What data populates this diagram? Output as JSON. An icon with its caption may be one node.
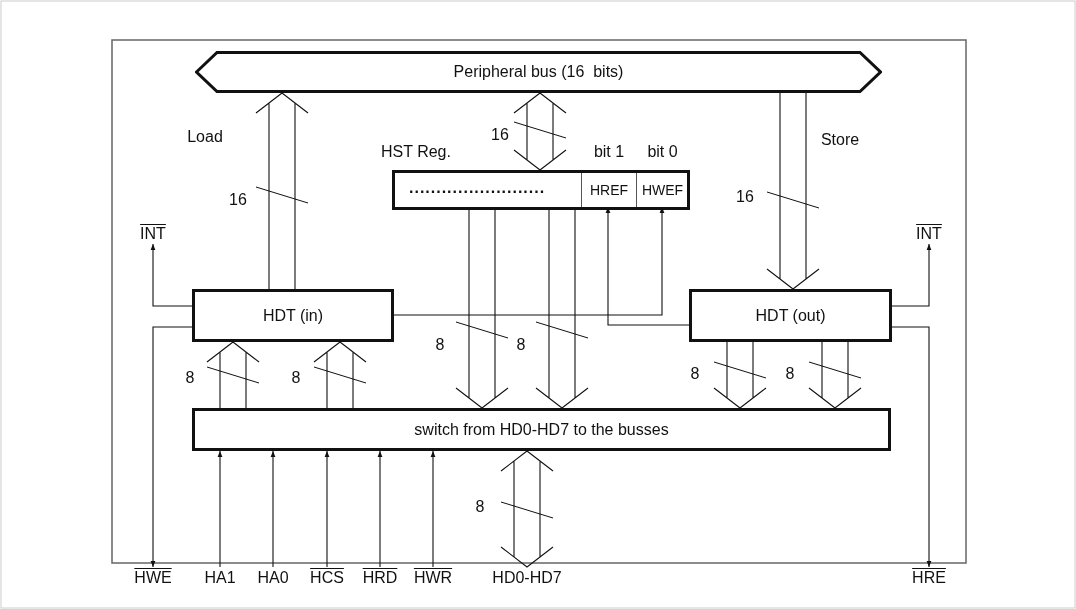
{
  "diagram": {
    "nodes": [
      {
        "text": [
          "Peripheral bus (16  bits)"
        ]
      },
      {
        "text": [
          "HST Reg.",
          "........................."
        ]
      },
      {
        "text": [
          "HREF"
        ],
        "in": 1,
        "beside": [
          "bit 1"
        ]
      },
      {
        "text": [
          "HWEF"
        ],
        "in": 1,
        "beside": [
          "bit 0"
        ]
      },
      {
        "text": [
          "HDT (in)"
        ]
      },
      {
        "text": [
          "HDT (out)"
        ]
      },
      {
        "text": [
          "switch from HD0-HD7 to the busses"
        ]
      },
      {
        "text": [
          "INT"
        ]
      },
      {
        "text": [
          "INT"
        ]
      },
      {
        "text": [
          "HWE"
        ]
      },
      {
        "text": [
          "HA1"
        ]
      },
      {
        "text": [
          "HA0"
        ]
      },
      {
        "text": [
          "HCS"
        ]
      },
      {
        "text": [
          "HRD"
        ]
      },
      {
        "text": [
          "HWR"
        ]
      },
      {
        "text": [
          "HD0-HD7"
        ]
      },
      {
        "text": [
          "HRE"
        ]
      }
    ],
    "edges": [
      {
        "from": 4,
        "to": 0,
        "arrow": "to",
        "label": "Load"
      },
      {
        "from": 0,
        "to": 1,
        "arrow": "both"
      },
      {
        "from": 0,
        "to": 5,
        "arrow": "to",
        "label": "Store"
      },
      {
        "from": 4,
        "to": 7,
        "arrow": "to"
      },
      {
        "from": 5,
        "to": 8,
        "arrow": "to"
      },
      {
        "from": 4,
        "to": 9,
        "arrow": "to"
      },
      {
        "from": 5,
        "to": 16,
        "arrow": "to"
      },
      {
        "from": 4,
        "to": 3,
        "arrow": "to"
      },
      {
        "from": 5,
        "to": 2,
        "arrow": "to"
      },
      {
        "from": 1,
        "to": 6,
        "arrow": "to"
      },
      {
        "from": 1,
        "to": 6,
        "arrow": "to"
      },
      {
        "from": 6,
        "to": 4,
        "arrow": "to"
      },
      {
        "from": 6,
        "to": 4,
        "arrow": "to"
      },
      {
        "from": 5,
        "to": 6,
        "arrow": "to"
      },
      {
        "from": 5,
        "to": 6,
        "arrow": "to"
      },
      {
        "from": 10,
        "to": 6,
        "arrow": "to"
      },
      {
        "from": 11,
        "to": 6,
        "arrow": "to"
      },
      {
        "from": 12,
        "to": 6,
        "arrow": "to"
      },
      {
        "from": 13,
        "to": 6,
        "arrow": "to"
      },
      {
        "from": 14,
        "to": 6,
        "arrow": "to"
      },
      {
        "from": 6,
        "to": 15,
        "arrow": "both"
      }
    ],
    "labels": [
      "16",
      "16",
      "16",
      "8",
      "8",
      "8",
      "8",
      "8",
      "8",
      "8"
    ]
  }
}
